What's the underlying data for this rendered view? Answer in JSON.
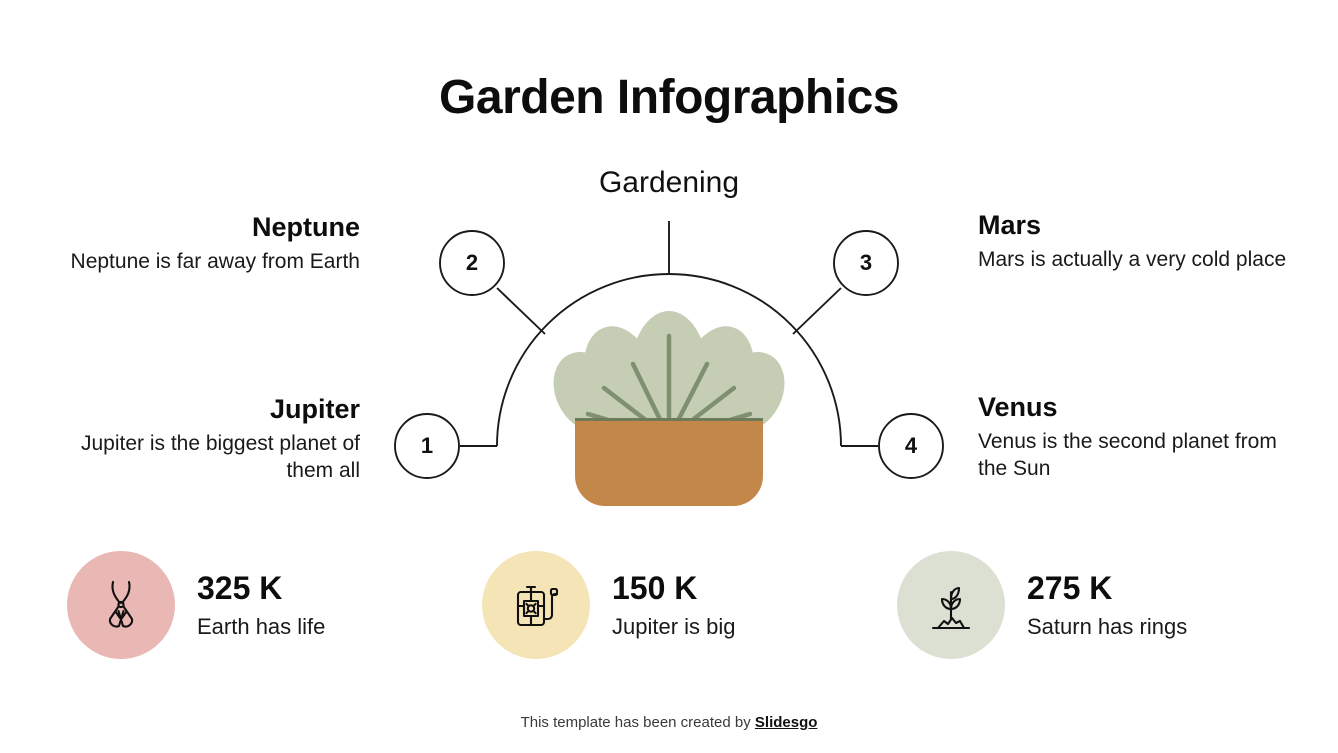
{
  "header": {
    "title": "Garden Infographics",
    "subtitle": "Gardening"
  },
  "diagram": {
    "arc_color": "#1a1a1a",
    "nodes": [
      {
        "number": "1",
        "title": "Jupiter",
        "description": "Jupiter is the biggest planet of them all",
        "side": "left"
      },
      {
        "number": "2",
        "title": "Neptune",
        "description": "Neptune is far away from Earth",
        "side": "left"
      },
      {
        "number": "3",
        "title": "Mars",
        "description": "Mars is actually a very cold place",
        "side": "right"
      },
      {
        "number": "4",
        "title": "Venus",
        "description": "Venus is the second planet from the Sun",
        "side": "right"
      }
    ],
    "illustration": {
      "name": "potted-plant",
      "pot_color": "#C4874A",
      "leaf_color": "#C5CDB4",
      "vein_color": "#7E9070",
      "soil_color": "#6E7B58"
    }
  },
  "stats": [
    {
      "value": "325 K",
      "label": "Earth has life",
      "icon": "pruning-shears-icon",
      "circle_color": "#E9B7B4"
    },
    {
      "value": "150 K",
      "label": "Jupiter is big",
      "icon": "sprayer-icon",
      "circle_color": "#F5E4B6"
    },
    {
      "value": "275 K",
      "label": "Saturn has rings",
      "icon": "seedling-icon",
      "circle_color": "#DCE0D2"
    }
  ],
  "footer": {
    "text": "This template has been created by ",
    "link": "Slidesgo"
  }
}
